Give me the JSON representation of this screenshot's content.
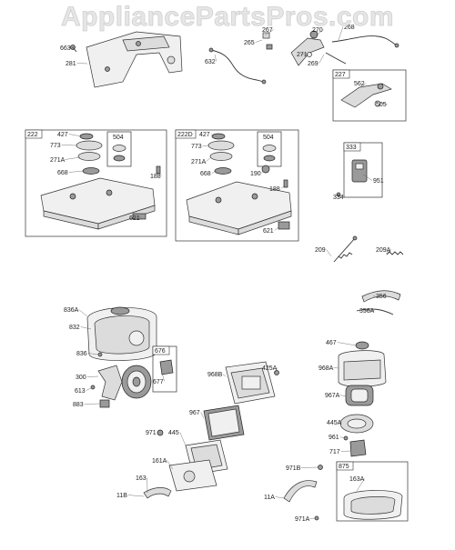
{
  "watermark": "AppliancePartsPros.com",
  "kits": [
    {
      "id": "kit-227",
      "label": "227"
    },
    {
      "id": "kit-222",
      "label": "222"
    },
    {
      "id": "kit-222d",
      "label": "222D"
    },
    {
      "id": "kit-504a",
      "label": "504"
    },
    {
      "id": "kit-504b",
      "label": "504"
    },
    {
      "id": "kit-333",
      "label": "333"
    },
    {
      "id": "kit-676",
      "label": "676"
    },
    {
      "id": "kit-875",
      "label": "875"
    }
  ],
  "labels": [
    "663",
    "281",
    "632",
    "265",
    "267",
    "270",
    "268",
    "271",
    "269",
    "562",
    "505",
    "427",
    "773",
    "271A",
    "668",
    "188",
    "621",
    "427",
    "773",
    "271A",
    "668",
    "190",
    "188",
    "621",
    "951",
    "334",
    "209",
    "209A",
    "356",
    "356A",
    "836A",
    "832",
    "836",
    "300",
    "613",
    "883",
    "677",
    "968B",
    "425A",
    "967",
    "971",
    "445",
    "161A",
    "163",
    "11B",
    "467",
    "968A",
    "967A",
    "445A",
    "961",
    "717",
    "971B",
    "163A",
    "11A",
    "971A"
  ]
}
